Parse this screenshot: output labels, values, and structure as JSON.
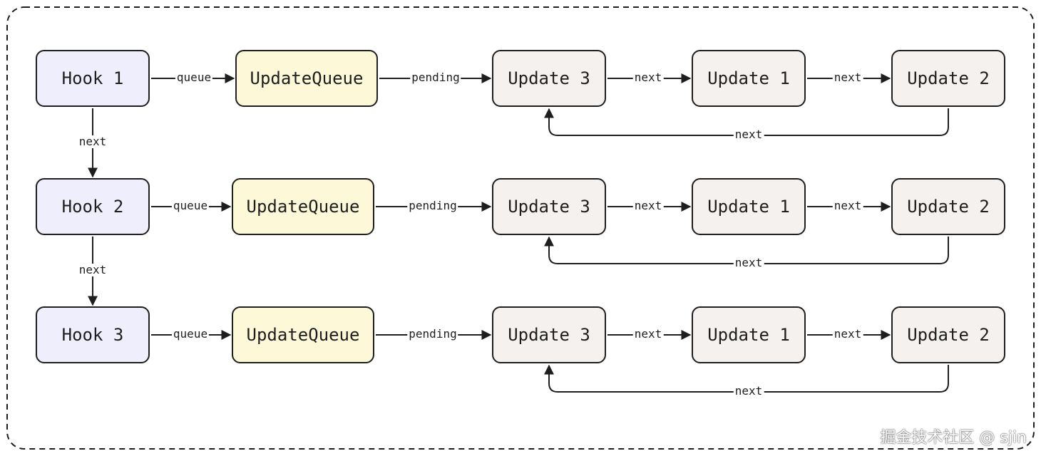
{
  "rows": [
    {
      "hook": "Hook 1",
      "queue_label": "queue",
      "update_queue": "UpdateQueue",
      "pending_label": "pending",
      "updates": [
        "Update 3",
        "Update 1",
        "Update 2"
      ],
      "next_labels": [
        "next",
        "next"
      ],
      "loop_label": "next"
    },
    {
      "hook": "Hook 2",
      "queue_label": "queue",
      "update_queue": "UpdateQueue",
      "pending_label": "pending",
      "updates": [
        "Update 3",
        "Update 1",
        "Update 2"
      ],
      "next_labels": [
        "next",
        "next"
      ],
      "loop_label": "next"
    },
    {
      "hook": "Hook 3",
      "queue_label": "queue",
      "update_queue": "UpdateQueue",
      "pending_label": "pending",
      "updates": [
        "Update 3",
        "Update 1",
        "Update 2"
      ],
      "next_labels": [
        "next",
        "next"
      ],
      "loop_label": "next"
    }
  ],
  "hook_links": [
    "next",
    "next"
  ],
  "watermark": "掘金技术社区 @ sjin",
  "colors": {
    "hook_fill": "#eeeefc",
    "update_queue_fill": "#fdf8d8",
    "update_fill": "#f5f1ee",
    "stroke": "#1e1e1e"
  }
}
